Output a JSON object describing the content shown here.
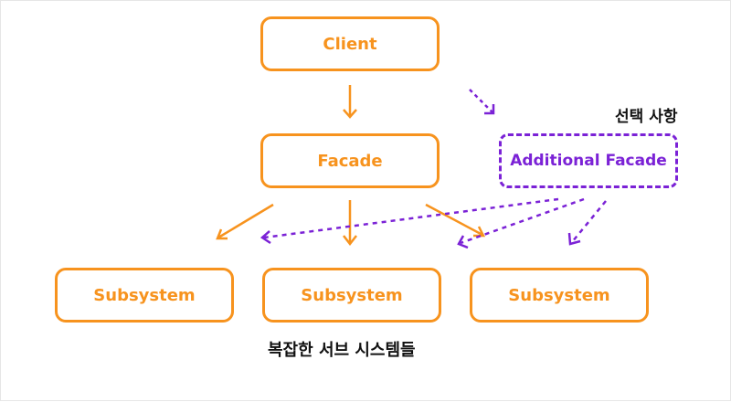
{
  "nodes": {
    "client": "Client",
    "facade": "Facade",
    "additional_facade": "Additional Facade",
    "subsystem_left": "Subsystem",
    "subsystem_middle": "Subsystem",
    "subsystem_right": "Subsystem"
  },
  "labels": {
    "optional": "선택 사항",
    "complex_subsystems": "복잡한 서브 시스템들"
  },
  "colors": {
    "primary": "#f7931e",
    "optional": "#7b22d6",
    "text": "#111111"
  }
}
